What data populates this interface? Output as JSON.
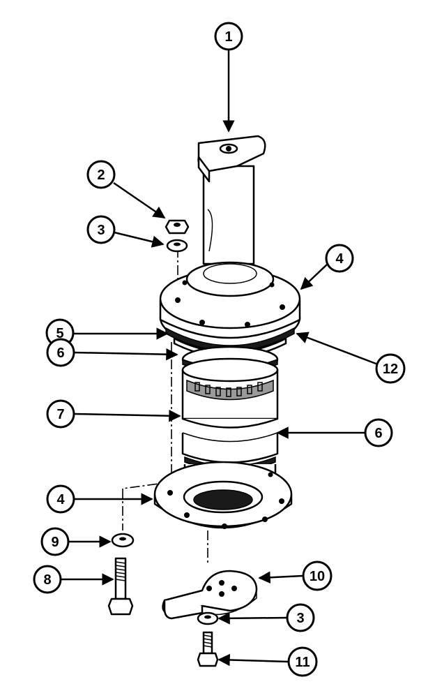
{
  "diagram": {
    "callouts": [
      {
        "id": "callout-1",
        "label": "1"
      },
      {
        "id": "callout-2",
        "label": "2"
      },
      {
        "id": "callout-3a",
        "label": "3"
      },
      {
        "id": "callout-4a",
        "label": "4"
      },
      {
        "id": "callout-5",
        "label": "5"
      },
      {
        "id": "callout-12",
        "label": "12"
      },
      {
        "id": "callout-6a",
        "label": "6"
      },
      {
        "id": "callout-7",
        "label": "7"
      },
      {
        "id": "callout-6b",
        "label": "6"
      },
      {
        "id": "callout-4b",
        "label": "4"
      },
      {
        "id": "callout-9",
        "label": "9"
      },
      {
        "id": "callout-10",
        "label": "10"
      },
      {
        "id": "callout-8",
        "label": "8"
      },
      {
        "id": "callout-3b",
        "label": "3"
      },
      {
        "id": "callout-11",
        "label": "11"
      }
    ]
  }
}
